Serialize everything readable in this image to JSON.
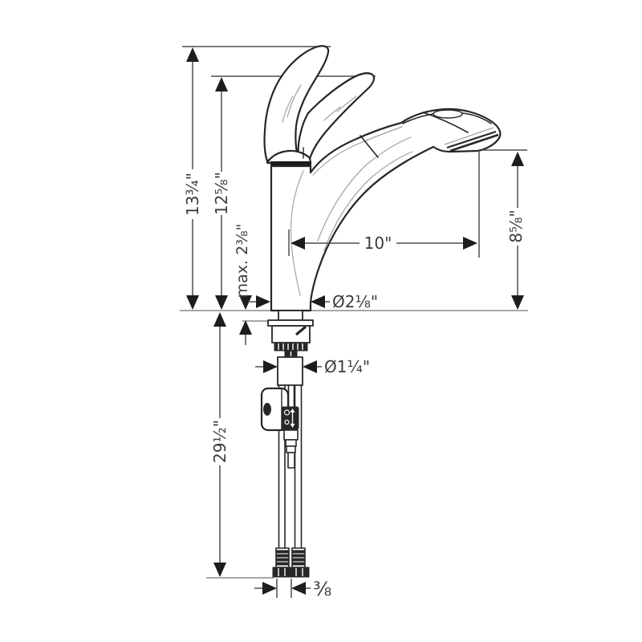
{
  "drawing": {
    "subject": "Pull-out kitchen faucet installation dimension drawing",
    "style": {
      "background": "#ffffff",
      "outline_color": "#262626",
      "dimension_color": "#4f4f4f",
      "reference_color": "#8a8a8a",
      "arrow_color": "#1d1d1d",
      "text_color": "#3c3c3c"
    },
    "dimensions": {
      "total_height": "13¾\"",
      "handle_tip_height": "12⅝\"",
      "max_counter_thickness": "max. 2⅜\"",
      "spout_reach": "10\"",
      "base_diameter": "Ø2⅛\"",
      "outlet_height": "8⅝\"",
      "shank_diameter": "Ø1¼\"",
      "hose_length": "29½\"",
      "supply_connection": "⅜"
    }
  }
}
